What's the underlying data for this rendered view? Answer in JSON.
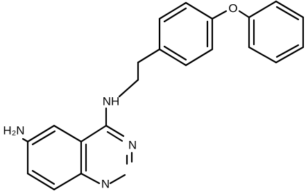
{
  "atoms": {
    "oxygen": "O",
    "nh": "NH",
    "n_ring_1": "N",
    "n_ring_2": "N",
    "h2n": "H₂N"
  },
  "colors": {
    "bond": "#000000",
    "label": "#000000",
    "background": "#ffffff"
  }
}
